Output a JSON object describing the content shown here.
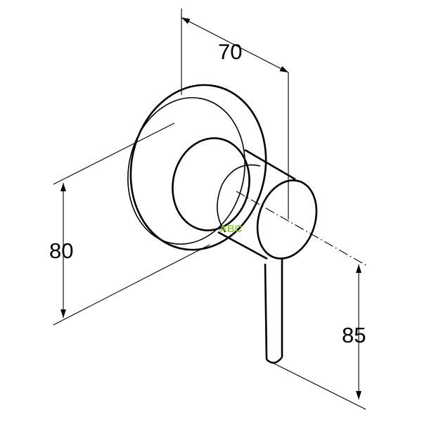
{
  "dimensions": {
    "depth": "70",
    "height": "80",
    "lever_length": "85"
  },
  "watermark": {
    "text": "ABC",
    "color": "#8cc63f"
  },
  "colors": {
    "line": "#000000",
    "background": "#ffffff"
  }
}
